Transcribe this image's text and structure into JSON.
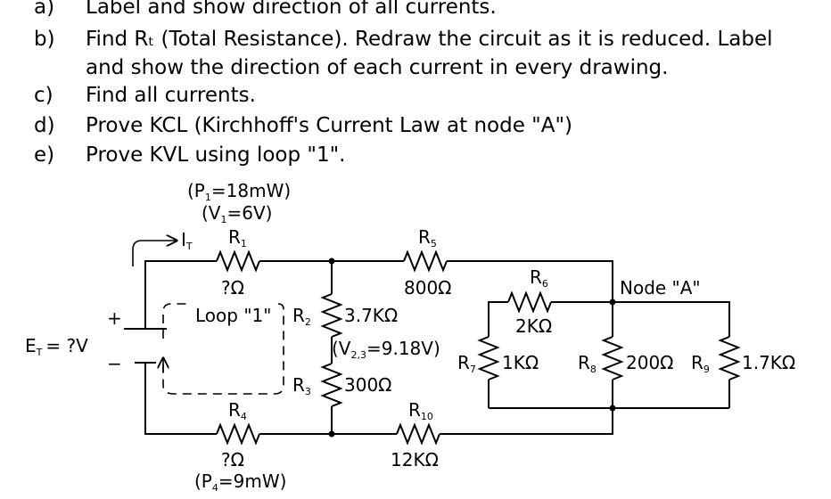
{
  "questions": [
    {
      "letter": "a)",
      "text": "Label and show direction of all currents."
    },
    {
      "letter": "b)",
      "text": "Find Rₜ (Total Resistance).  Redraw the circuit as it is reduced.  Label"
    },
    {
      "letter": "",
      "text": "and show the direction of each current in every drawing."
    },
    {
      "letter": "c)",
      "text": "Find all currents."
    },
    {
      "letter": "d)",
      "text": "Prove KCL (Kirchhoff's Current Law at node \"A\")"
    },
    {
      "letter": "e)",
      "text": "Prove KVL using loop \"1\"."
    }
  ],
  "circuit": {
    "source": {
      "label": "E",
      "sub": "T",
      "value": "= ?V",
      "plus": "+",
      "minus": "−"
    },
    "current": {
      "label": "I",
      "sub": "T"
    },
    "p1": {
      "pre": "(P",
      "sub": "1",
      "post": "=18mW)"
    },
    "v1": {
      "pre": "(V",
      "sub": "1",
      "post": "=6V)"
    },
    "p4": {
      "pre": "(P",
      "sub": "4",
      "post": "=9mW)"
    },
    "v23": {
      "pre": "(V",
      "sub": "2,3",
      "post": "=9.18V)"
    },
    "loop": "Loop \"1\"",
    "node": "Node \"A\"",
    "resistors": {
      "r1": {
        "name": "R",
        "sub": "1",
        "value": "?Ω"
      },
      "r2": {
        "name": "R",
        "sub": "2",
        "value": "3.7KΩ"
      },
      "r3": {
        "name": "R",
        "sub": "3",
        "value": "300Ω"
      },
      "r4": {
        "name": "R",
        "sub": "4",
        "value": "?Ω"
      },
      "r5": {
        "name": "R",
        "sub": "5",
        "value": "800Ω"
      },
      "r6": {
        "name": "R",
        "sub": "6",
        "value": "2KΩ"
      },
      "r7": {
        "name": "R",
        "sub": "7",
        "value": "1KΩ"
      },
      "r8": {
        "name": "R",
        "sub": "8",
        "value": "200Ω"
      },
      "r9": {
        "name": "R",
        "sub": "9",
        "value": "1.7KΩ"
      },
      "r10": {
        "name": "R",
        "sub": "10",
        "value": "12KΩ"
      }
    }
  }
}
